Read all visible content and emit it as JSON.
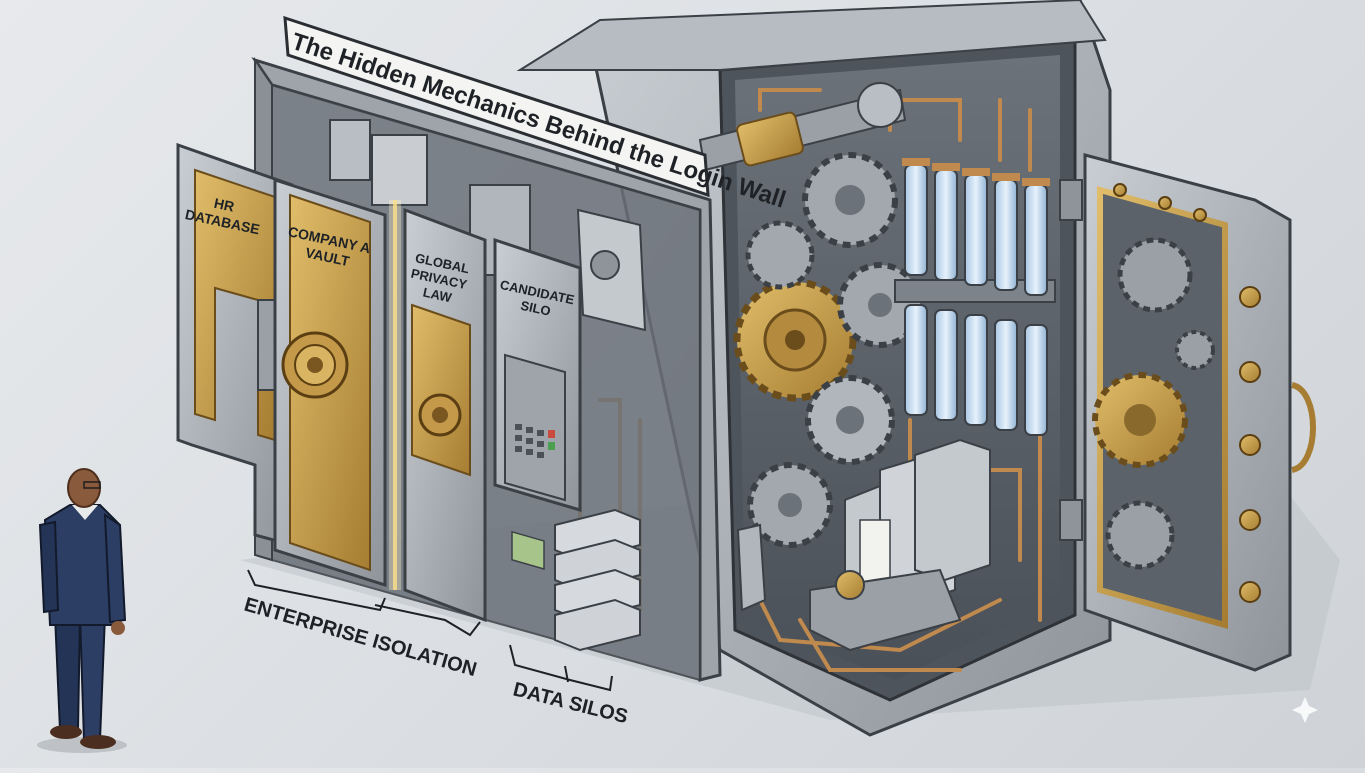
{
  "title": "The Hidden Mechanics Behind the Login Wall",
  "panels": {
    "hr_database": [
      "HR",
      "DATABASE"
    ],
    "company_vault": [
      "COMPANY A",
      "VAULT"
    ],
    "global_privacy_law": [
      "GLOBAL",
      "PRIVACY",
      "LAW"
    ],
    "candidate_silo": [
      "CANDIDATE",
      "SILO"
    ]
  },
  "labels": {
    "enterprise_isolation": "ENTERPRISE ISOLATION",
    "data_silos": "DATA SILOS"
  },
  "colors": {
    "brass": "#c9a24a",
    "steel": "#9aa0a6",
    "dark_steel": "#5e646b",
    "copper": "#c08a4e",
    "suit": "#2c3e63"
  }
}
